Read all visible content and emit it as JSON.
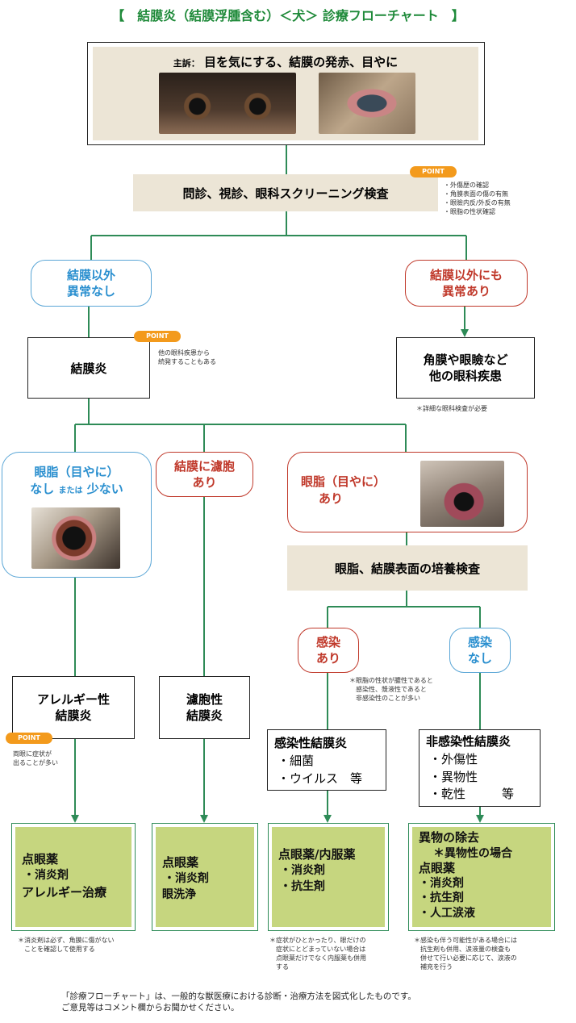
{
  "title": "【　結膜炎（結膜浮腫含む）＜犬＞ 診療フローチャート　】",
  "chief_complaint": {
    "label": "主訴：",
    "text": "目を気にする、結膜の発赤、目やに"
  },
  "screening": {
    "text": "問診、視診、眼科スクリーニング検査",
    "point": "POINT",
    "notes": [
      "・外傷歴の確認",
      "・角膜表面の傷の有無",
      "・眼瞼内反/外反の有無",
      "・眼脂の性状確認"
    ]
  },
  "branch_normal": {
    "line1": "結膜以外",
    "line2": "異常なし"
  },
  "branch_abnormal": {
    "line1": "結膜以外にも",
    "line2": "異常あり"
  },
  "conjunctivitis": {
    "text": "結膜炎",
    "point": "POINT",
    "notes": [
      "他の眼科疾患から",
      "続発することもある"
    ]
  },
  "other_disease": {
    "line1": "角膜や眼瞼など",
    "line2": "他の眼科疾患",
    "note": "＊詳細な眼科検査が必要"
  },
  "discharge_none": {
    "line1": "眼脂（目やに）",
    "line2a": "なし",
    "line2b": "または",
    "line2c": "少ない"
  },
  "follicle": {
    "line1": "結膜に濾胞",
    "line2": "あり"
  },
  "discharge_present": {
    "line1": "眼脂（目やに）",
    "line2": "あり"
  },
  "culture": {
    "text": "眼脂、結膜表面の培養検査"
  },
  "infection_yes": {
    "line1": "感染",
    "line2": "あり"
  },
  "infection_no": {
    "line1": "感染",
    "line2": "なし"
  },
  "infection_note": [
    "＊眼脂の性状が膿性であると",
    "　感染性、漿液性であると",
    "　非感染性のことが多い"
  ],
  "allergic": {
    "line1": "アレルギー性",
    "line2": "結膜炎",
    "point": "POINT",
    "notes": [
      "両眼に症状が",
      "出ることが多い"
    ]
  },
  "follicular": {
    "line1": "濾胞性",
    "line2": "結膜炎"
  },
  "infectious": {
    "title": "感染性結膜炎",
    "item1": "・細菌",
    "item2": "・ウイルス　等"
  },
  "noninfectious": {
    "title": "非感染性結膜炎",
    "item1": "・外傷性",
    "item2": "・異物性",
    "item3": "・乾性　　　等"
  },
  "treat_allergic": {
    "line1": "点眼薬",
    "line2": "・消炎剤",
    "line3": "アレルギー治療",
    "notes": [
      "＊消炎剤は必ず、角膜に傷がない",
      "　ことを確認して使用する"
    ]
  },
  "treat_follicular": {
    "line1": "点眼薬",
    "line2": "・消炎剤",
    "line3": "眼洗浄"
  },
  "treat_infectious": {
    "line1": "点眼薬/内服薬",
    "line2": "・消炎剤",
    "line3": "・抗生剤",
    "notes": [
      "＊症状がひとかったり、眼だけの",
      "　症状にとどまっていない場合は",
      "　点眼薬だけでなく内服薬も併用",
      "　する"
    ]
  },
  "treat_noninfectious": {
    "line1": "異物の除去",
    "line2": "＊異物性の場合",
    "line3": "点眼薬",
    "line4": "・消炎剤",
    "line5": "・抗生剤",
    "line6": "・人工涙液",
    "notes": [
      "＊感染も伴う可能性がある場合には",
      "　抗生剤も併用、涙液量の検査も",
      "　併せて行い必要に応じて、涙液の",
      "　補充を行う"
    ]
  },
  "footer": {
    "line1": "「診療フローチャート」は、一般的な獣医療における診断・治療方法を図式化したものです。",
    "line2": "ご意見等はコメント欄からお聞かせください。"
  },
  "colors": {
    "green_line": "#2e8b57",
    "beige": "#ece5d6",
    "treat_green": "#c6d67f",
    "point_orange": "#f39a1c"
  }
}
